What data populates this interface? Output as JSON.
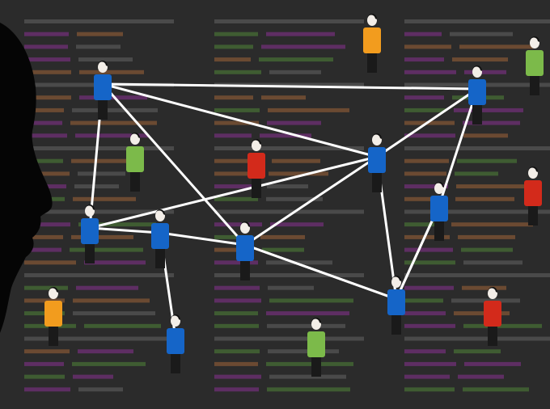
{
  "colors": {
    "background": "#2b2b2b",
    "text_bar_gray": "#4a4a4a",
    "text_bar_brown": "#6b4a32",
    "text_bar_purple": "#5e2e63",
    "text_bar_green": "#3f5c32",
    "silhouette": "#050505",
    "link": "#ffffff",
    "skin": "#f3eee8",
    "hair": "#111111",
    "legs": "#1a1a1a"
  },
  "people_colors": {
    "blue": "#1565c8",
    "green": "#7cba4a",
    "red": "#d32a1b",
    "orange": "#f29c1e"
  },
  "network": {
    "nodes": [
      {
        "id": "n1",
        "color": "blue"
      },
      {
        "id": "n2",
        "color": "blue"
      },
      {
        "id": "n3",
        "color": "blue"
      },
      {
        "id": "n4",
        "color": "blue"
      },
      {
        "id": "n5",
        "color": "blue"
      },
      {
        "id": "n6",
        "color": "blue"
      },
      {
        "id": "n7",
        "color": "blue"
      },
      {
        "id": "n8",
        "color": "blue"
      },
      {
        "id": "n9",
        "color": "blue"
      },
      {
        "id": "n10",
        "color": "blue"
      }
    ],
    "links": [
      [
        "n1",
        "n2"
      ],
      [
        "n1",
        "n3"
      ],
      [
        "n1",
        "n4"
      ],
      [
        "n1",
        "n6"
      ],
      [
        "n2",
        "n3"
      ],
      [
        "n2",
        "n9"
      ],
      [
        "n3",
        "n6"
      ],
      [
        "n3",
        "n4"
      ],
      [
        "n3",
        "n8"
      ],
      [
        "n4",
        "n5"
      ],
      [
        "n5",
        "n6"
      ],
      [
        "n5",
        "n7"
      ],
      [
        "n6",
        "n8"
      ],
      [
        "n6",
        "n10"
      ],
      [
        "n8",
        "n9"
      ],
      [
        "n9",
        "n10"
      ]
    ]
  },
  "bystanders": [
    {
      "id": "b1",
      "color": "orange"
    },
    {
      "id": "b2",
      "color": "green"
    },
    {
      "id": "b3",
      "color": "green"
    },
    {
      "id": "b4",
      "color": "red"
    },
    {
      "id": "b5",
      "color": "red"
    },
    {
      "id": "b6",
      "color": "orange"
    },
    {
      "id": "b7",
      "color": "green"
    },
    {
      "id": "b8",
      "color": "red"
    }
  ]
}
